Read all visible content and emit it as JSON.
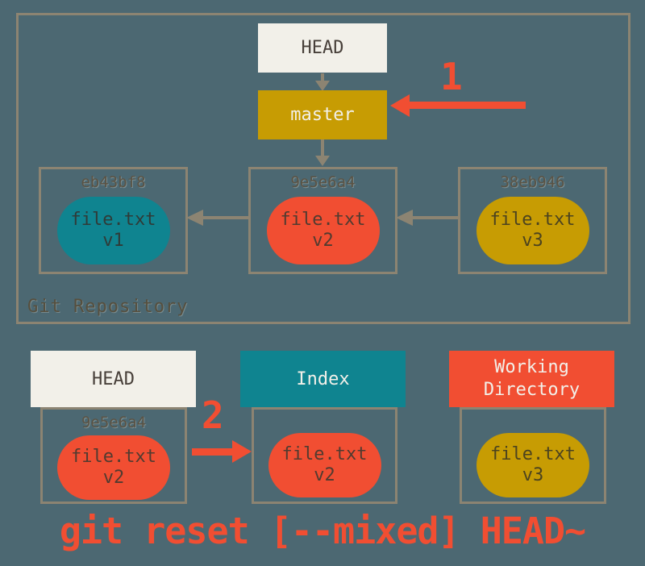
{
  "colors": {
    "background": "#4C6872",
    "outline_gray": "#8C8472",
    "offwhite": "#F2F0E9",
    "gold": "#C79C03",
    "teal": "#0F8490",
    "red_orange": "#F14E32",
    "dark_text": "#473F39",
    "hash_text": "#5B5344"
  },
  "repository": {
    "label": "Git Repository",
    "head": {
      "label": "HEAD"
    },
    "branch": {
      "label": "master"
    },
    "step1": {
      "label": "1"
    },
    "commits": [
      {
        "hash": "eb43bf8",
        "file": "file.txt",
        "version": "v1"
      },
      {
        "hash": "9e5e6a4",
        "file": "file.txt",
        "version": "v2"
      },
      {
        "hash": "38eb946",
        "file": "file.txt",
        "version": "v3"
      }
    ]
  },
  "areas": {
    "step2": {
      "label": "2"
    },
    "head": {
      "title": "HEAD",
      "hash": "9e5e6a4",
      "file": "file.txt",
      "version": "v2"
    },
    "index": {
      "title": "Index",
      "file": "file.txt",
      "version": "v2"
    },
    "working_directory": {
      "title": "Working Directory",
      "file": "file.txt",
      "version": "v3"
    }
  },
  "command": {
    "text": "git reset [--mixed] HEAD~"
  }
}
